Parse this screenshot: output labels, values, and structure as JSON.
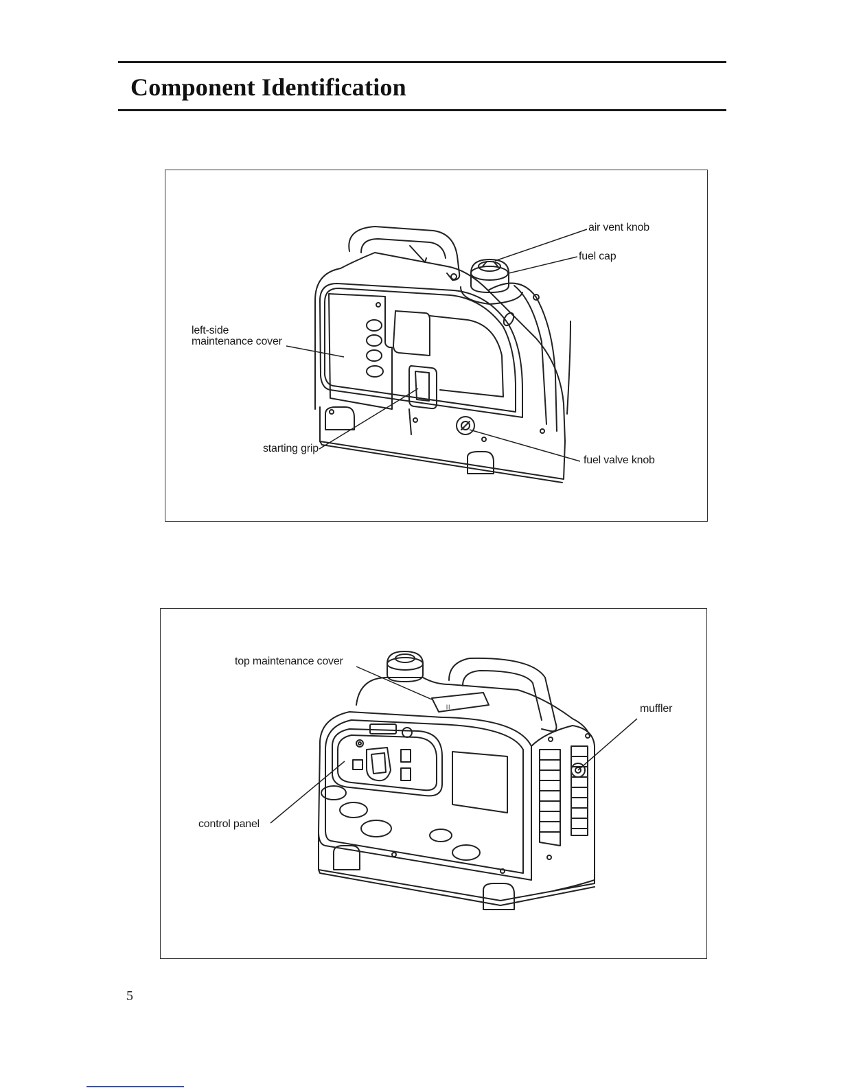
{
  "page": {
    "title": "Component Identification",
    "page_number": "5"
  },
  "figure_left_side": {
    "labels": {
      "air_vent_knob": "air vent knob",
      "fuel_cap": "fuel cap",
      "left_side_maintenance_cover_line1": "left-side",
      "left_side_maintenance_cover_line2": "maintenance cover",
      "starting_grip": "starting grip",
      "fuel_valve_knob": "fuel valve knob"
    }
  },
  "figure_right_side": {
    "labels": {
      "top_maintenance_cover": "top maintenance cover",
      "muffler": "muffler",
      "control_panel": "control panel"
    }
  }
}
